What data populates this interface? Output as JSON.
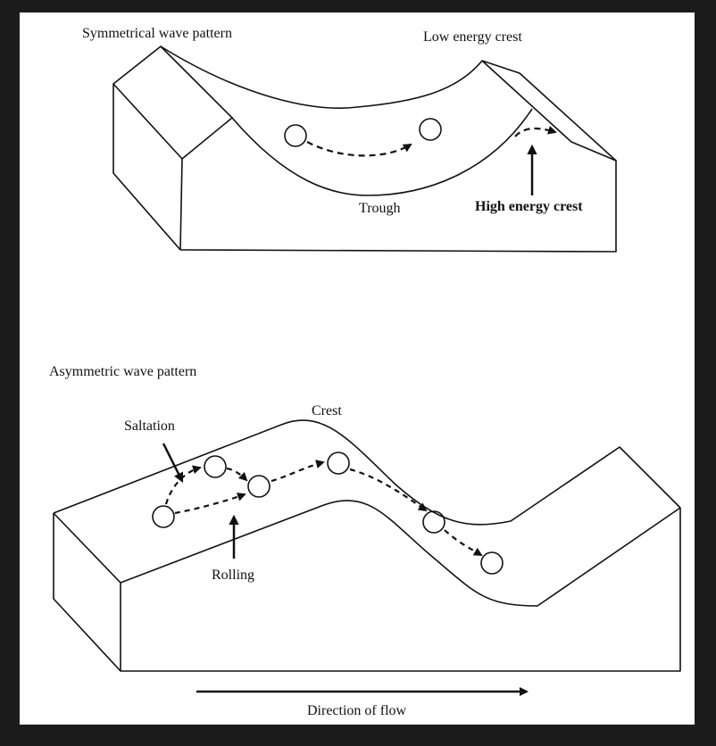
{
  "colors": {
    "frame": "#1c1c1c",
    "panel": "#ffffff",
    "ink": "#111111"
  },
  "top_diagram": {
    "title": "Symmetrical wave pattern",
    "low_energy_crest": "Low energy crest",
    "trough": "Trough",
    "high_energy_crest": "High energy crest"
  },
  "bottom_diagram": {
    "title": "Asymmetric wave pattern",
    "crest": "Crest",
    "saltation": "Saltation",
    "rolling": "Rolling",
    "flow_direction": "Direction of flow"
  }
}
